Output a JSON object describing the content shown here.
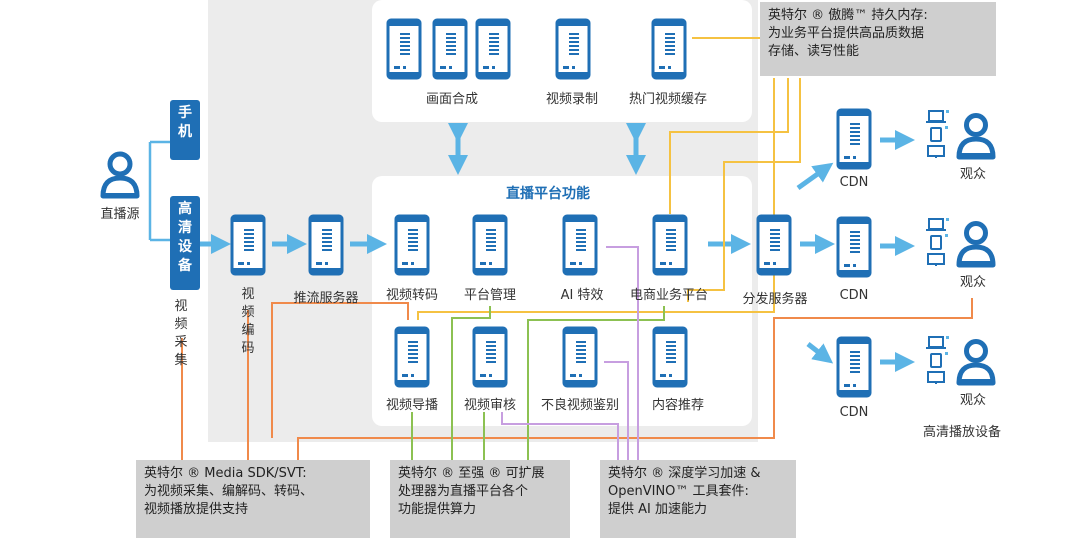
{
  "colors": {
    "blue": "#1f6fb5",
    "light_blue": "#5bb4e5",
    "orange": "#f08a4b",
    "yellow": "#f5c242",
    "green": "#8cc152",
    "purple": "#c79ee0",
    "gray_panel": "#ececec",
    "note_bg": "#cfcfcf"
  },
  "labels": {
    "source": "直播源",
    "phone": "手机",
    "hd_device": "高清设备",
    "video_capture": "视频采集",
    "video_encode": "视频编码",
    "push_server": "推流服务器",
    "platform_title": "直播平台功能",
    "transcode": "视频转码",
    "platform_mgmt": "平台管理",
    "ai_effects": "AI 特效",
    "ecommerce": "电商业务平台",
    "director": "视频导播",
    "review": "视频审核",
    "bad_video": "不良视频鉴别",
    "recommend": "内容推荐",
    "composite": "画面合成",
    "recording": "视频录制",
    "hot_cache": "热门视频缓存",
    "distribution": "分发服务器",
    "cdn": "CDN",
    "audience": "观众",
    "hd_playback": "高清播放设备"
  },
  "notes": {
    "optane": "英特尔 ® 傲腾™ 持久内存:\n为业务平台提供高品质数据\n存储、读写性能",
    "media_sdk": "英特尔 ® Media SDK/SVT:\n为视频采集、编解码、转码、\n视频播放提供支持",
    "xeon": "英特尔 ® 至强 ® 可扩展\n处理器为直播平台各个\n功能提供算力",
    "openvino": "英特尔 ® 深度学习加速 &\nOpenVINO™ 工具套件:\n提供 AI 加速能力"
  }
}
